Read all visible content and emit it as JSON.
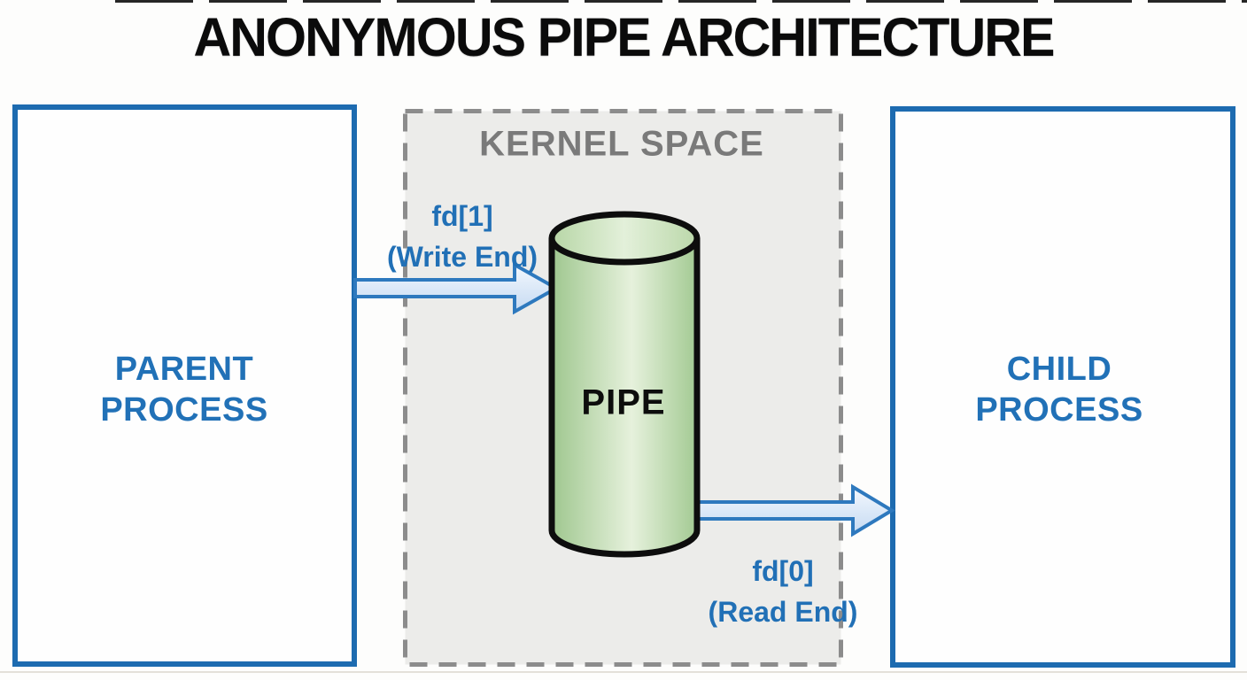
{
  "title": "ANONYMOUS PIPE ARCHITECTURE",
  "parent_box": {
    "line1": "PARENT",
    "line2": "PROCESS"
  },
  "child_box": {
    "line1": "CHILD",
    "line2": "PROCESS"
  },
  "kernel_space": {
    "label": "KERNEL SPACE"
  },
  "pipe": {
    "label": "PIPE"
  },
  "write_end": {
    "fd": "fd[1]",
    "caption": "(Write End)"
  },
  "read_end": {
    "fd": "fd[0]",
    "caption": "(Read End)"
  },
  "shapes": {
    "pipe_cylinder": "green-cylinder",
    "write_arrow": "right-arrow",
    "read_arrow": "right-arrow"
  },
  "colors": {
    "title_text": "#0B0B0B",
    "process_border": "#1D6BB0",
    "process_text": "#2171B7",
    "kernel_background": "#ECECEA",
    "kernel_border": "#8C8C8C",
    "kernel_text": "#7A7A7A",
    "arrow_stroke": "#2E79BE",
    "arrow_fill": "#DCE9F8",
    "cylinder_fill_edge": "#9FC78F",
    "cylinder_fill_center": "#E6F1DC",
    "cylinder_stroke": "#0D0D0D"
  }
}
